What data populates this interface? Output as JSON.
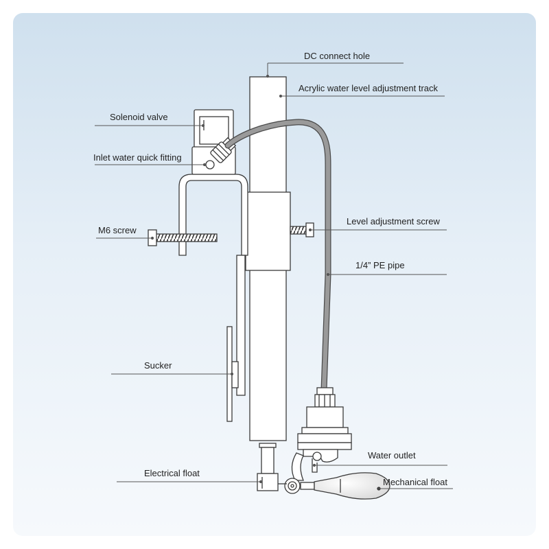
{
  "labels": {
    "dc_connect_hole": "DC connect hole",
    "acrylic_track": "Acrylic water level adjustment track",
    "solenoid_valve": "Solenoid valve",
    "inlet_fitting": "Inlet water quick fitting",
    "m6_screw": "M6 screw",
    "level_screw": "Level adjustment screw",
    "pe_pipe": "1/4” PE pipe",
    "sucker": "Sucker",
    "water_outlet": "Water outlet",
    "electrical_float": "Electrical float",
    "mechanical_float": "Mechanical float"
  },
  "colors": {
    "line": "#3a3a3a",
    "pipe": "#8a8a8a",
    "leader": "#555555"
  }
}
